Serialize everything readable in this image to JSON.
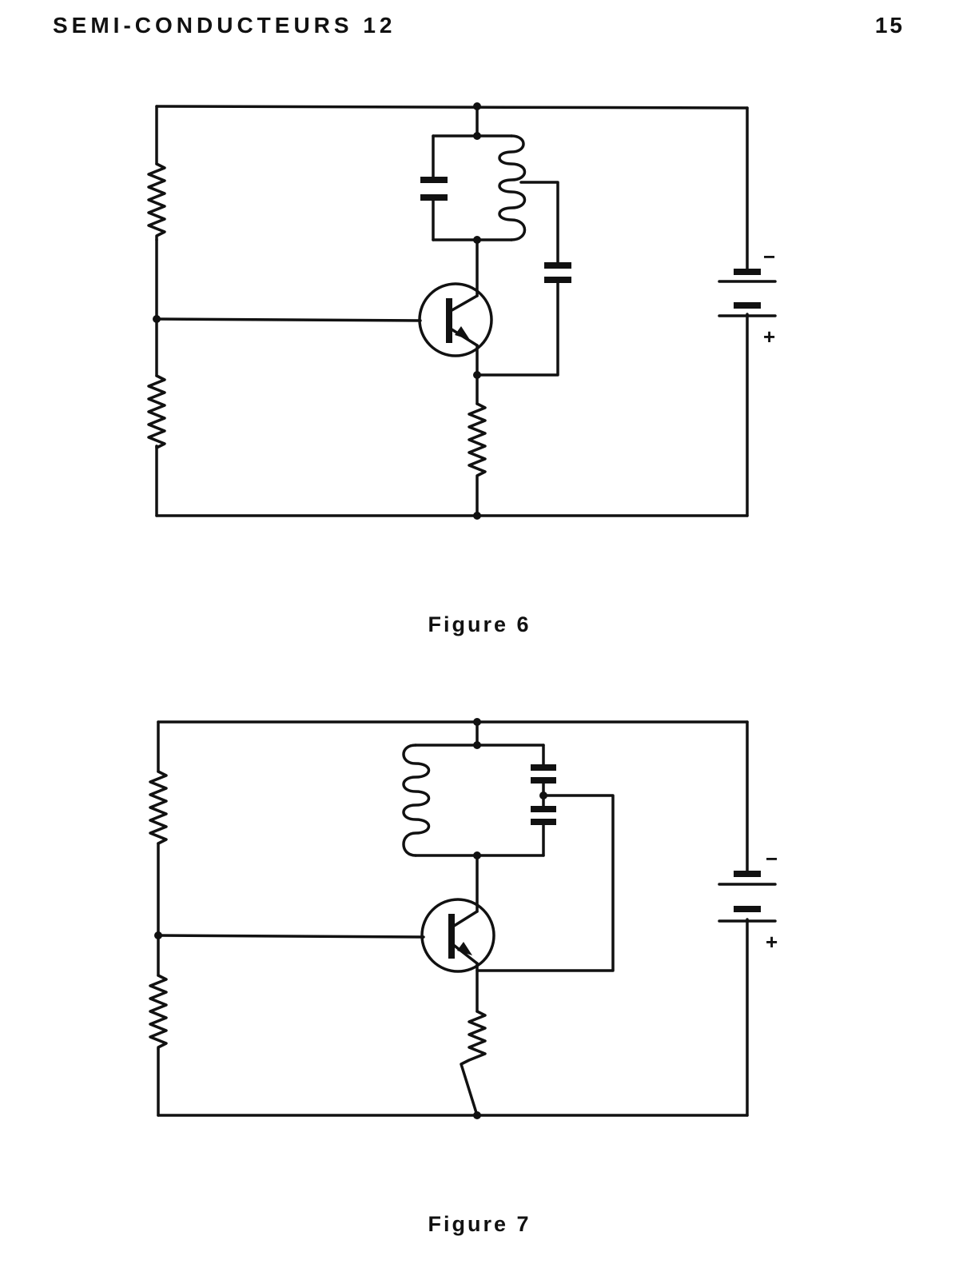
{
  "header": {
    "title": "SEMI-CONDUCTEURS 12",
    "page_number": "15"
  },
  "figures": [
    {
      "caption": "Figure 6",
      "battery": {
        "minus": "−",
        "plus": "+"
      }
    },
    {
      "caption": "Figure 7",
      "battery": {
        "minus": "−",
        "plus": "+"
      }
    }
  ]
}
